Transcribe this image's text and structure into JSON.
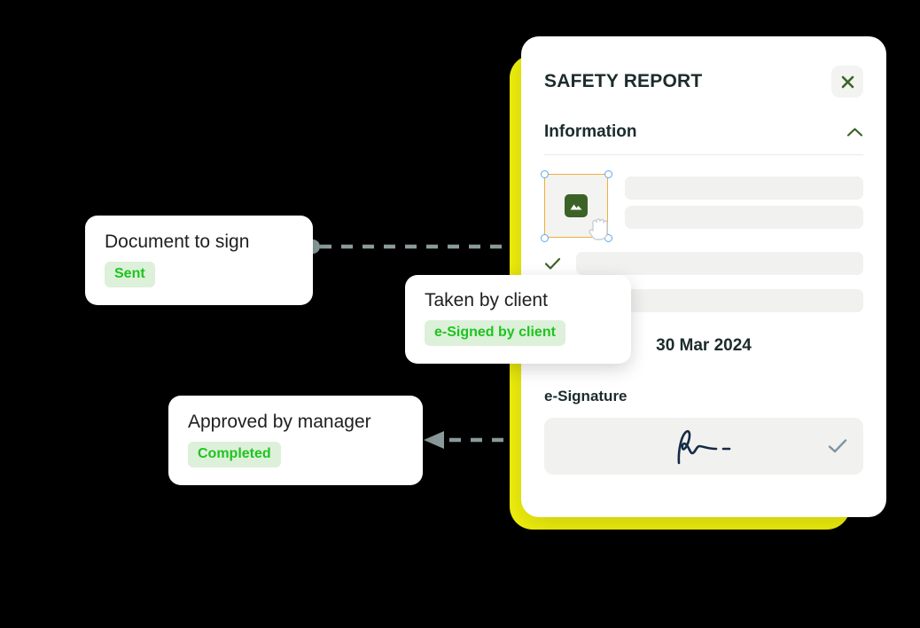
{
  "panel": {
    "title": "SAFETY REPORT",
    "close_icon": "close-icon",
    "section": {
      "title": "Information",
      "collapse_icon": "chevron-up-icon"
    },
    "thumbnail": {
      "icon": "image-icon",
      "cursor_icon": "grab-hand-cursor-icon",
      "selected": true,
      "handle_color": "#5ea9e8",
      "border_color": "#f2ad38"
    },
    "skeleton_rows": 4,
    "check_icon": "check-icon",
    "date": "30 Mar 2024",
    "signature": {
      "label": "e-Signature",
      "icon": "signature-scribble-icon",
      "verified_icon": "check-icon"
    }
  },
  "flow": {
    "cards": [
      {
        "title": "Document to sign",
        "badge": "Sent"
      },
      {
        "title": "Taken by client",
        "badge": "e-Signed by client"
      },
      {
        "title": "Approved by manager",
        "badge": "Completed"
      }
    ]
  },
  "colors": {
    "accent_yellow": "#f2f20d",
    "badge_bg": "#ddf0da",
    "badge_text": "#1ec41e",
    "green_dark": "#3b6327",
    "connector_gray": "#8a9a9a",
    "signature_navy": "#152b45",
    "background": "#000000"
  }
}
